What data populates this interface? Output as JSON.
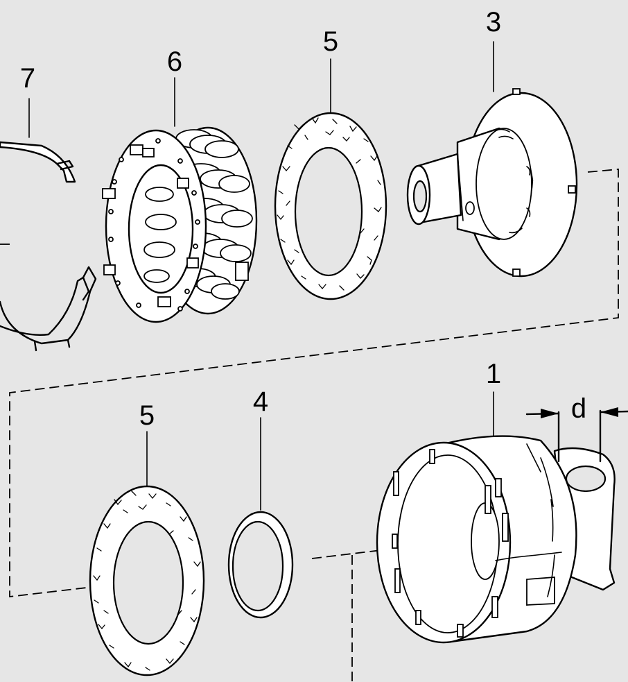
{
  "labels": {
    "part_1": "1",
    "part_3": "3",
    "part_4": "4",
    "part_5_top": "5",
    "part_5_bottom": "5",
    "part_6": "6",
    "part_7": "7",
    "dimension_d": "d"
  },
  "colors": {
    "background": "#e6e6e6",
    "part_fill": "#ffffff",
    "line": "#000000"
  }
}
